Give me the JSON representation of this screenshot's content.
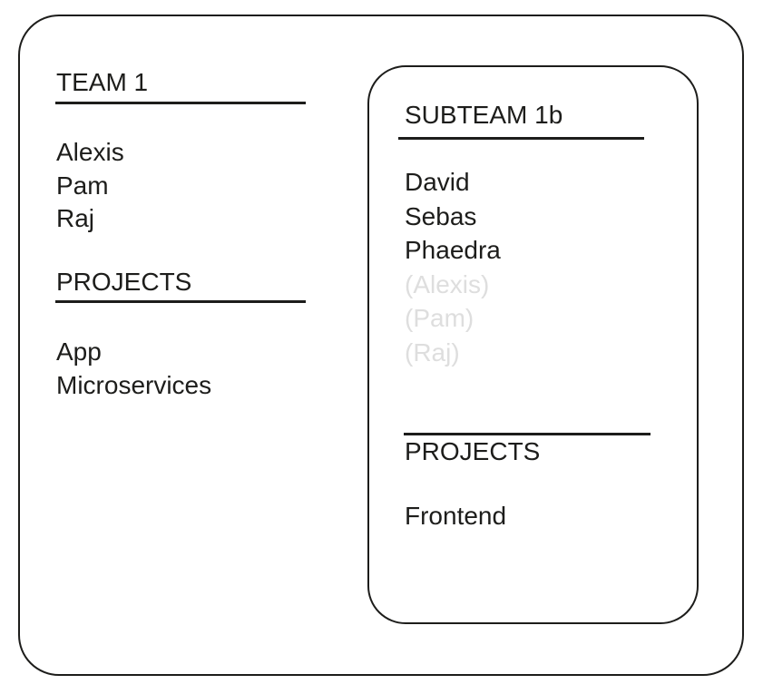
{
  "diagram": {
    "team": {
      "heading": "TEAM 1",
      "members": [
        "Alexis",
        "Pam",
        "Raj"
      ],
      "projects_heading": "PROJECTS",
      "projects": [
        "App",
        "Microservices"
      ]
    },
    "subteam": {
      "heading": "SUBTEAM 1b",
      "members": [
        "David",
        "Sebas",
        "Phaedra"
      ],
      "inherited_members": [
        "(Alexis)",
        "(Pam)",
        "(Raj)"
      ],
      "projects_heading": "PROJECTS",
      "projects": [
        "Frontend"
      ]
    }
  },
  "colors": {
    "ink": "#1d1d1b",
    "muted_text": "#dedede",
    "background": "#ffffff"
  }
}
